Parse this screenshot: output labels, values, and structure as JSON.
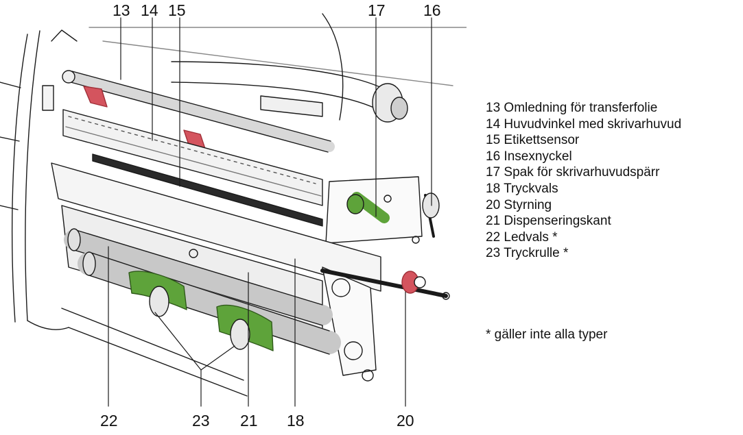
{
  "callouts": {
    "n13": "13",
    "n14": "14",
    "n15": "15",
    "n17": "17",
    "n16": "16",
    "n22": "22",
    "n23": "23",
    "n21": "21",
    "n18": "18",
    "n20": "20"
  },
  "legend": {
    "items": [
      "13 Omledning för transferfolie",
      "14 Huvudvinkel med skrivarhuvud",
      "15 Etikettsensor",
      "16 Insexnyckel",
      "17 Spak för skrivarhuvudspärr",
      "18 Tryckvals",
      "20 Styrning",
      "21 Dispenseringskant",
      "22 Ledvals *",
      "23 Tryckrulle *"
    ],
    "note": "* gäller inte alla typer"
  },
  "colors": {
    "green_parts": "#5ea33a",
    "red_parts": "#d4545e",
    "roller_grey": "#c8c8c8",
    "outline": "#1a1a1a"
  }
}
